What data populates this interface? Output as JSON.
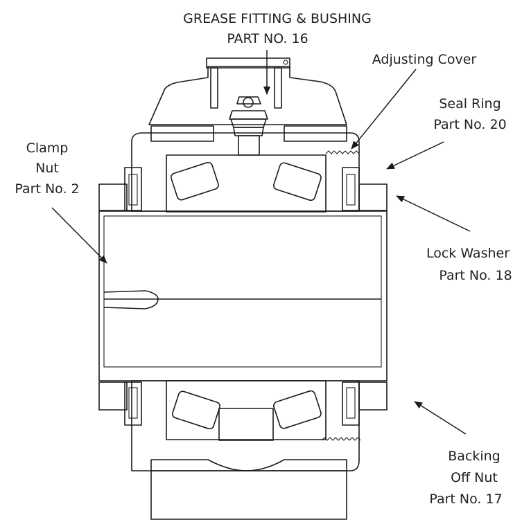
{
  "labels": {
    "grease_fitting": {
      "line1": "GREASE FITTING & BUSHING",
      "line2": "PART NO. 16"
    },
    "adjusting_cover": {
      "line1": "Adjusting Cover"
    },
    "seal_ring": {
      "line1": "Seal Ring",
      "line2": "Part No. 20"
    },
    "clamp_nut": {
      "line1": "Clamp",
      "line2": "Nut",
      "line3": "Part No. 2"
    },
    "lock_washer": {
      "line1": "Lock Washer",
      "line2": "Part No. 18"
    },
    "backing_off_nut": {
      "line1": "Backing",
      "line2": "Off Nut",
      "line3": "Part No. 17"
    }
  },
  "colors": {
    "line": "#1a1a1a",
    "text": "#222222",
    "background": "#ffffff"
  }
}
